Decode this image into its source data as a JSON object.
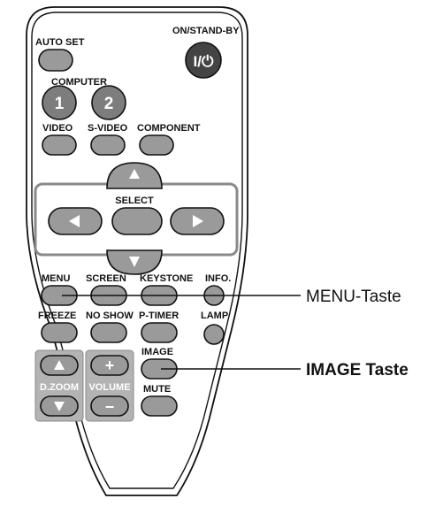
{
  "remote": {
    "buttons": {
      "auto_set": "AUTO SET",
      "on_standby": "ON/STAND-BY",
      "power_glyph": "I/⏻",
      "computer": "COMPUTER",
      "computer_1": "1",
      "computer_2": "2",
      "video": "VIDEO",
      "s_video": "S-VIDEO",
      "component": "COMPONENT",
      "select": "SELECT",
      "menu": "MENU",
      "screen": "SCREEN",
      "keystone": "KEYSTONE",
      "info": "INFO.",
      "freeze": "FREEZE",
      "no_show": "NO SHOW",
      "p_timer": "P-TIMER",
      "lamp": "LAMP",
      "image": "IMAGE",
      "mute": "MUTE",
      "d_zoom": "D.ZOOM",
      "volume": "VOLUME",
      "plus": "+",
      "minus": "−"
    },
    "colors": {
      "button_fill": "#9a9a9a",
      "panel_fill": "#b3b3b3",
      "outline": "#111111"
    }
  },
  "callouts": {
    "menu_key": "MENU-Taste",
    "image_key": "IMAGE Taste"
  }
}
